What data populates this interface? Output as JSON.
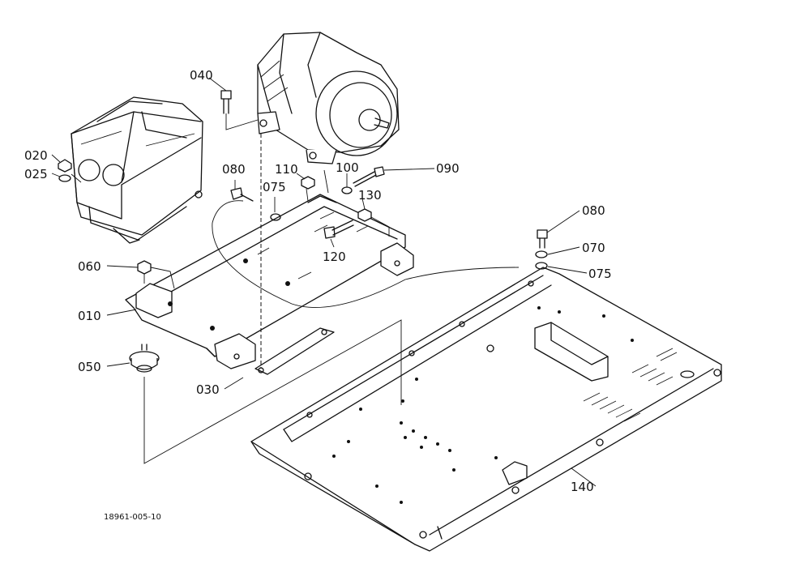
{
  "drawing_code": "18961-005-10",
  "callouts": [
    {
      "id": "c040",
      "label": "040"
    },
    {
      "id": "c020",
      "label": "020"
    },
    {
      "id": "c025",
      "label": "025"
    },
    {
      "id": "c080a",
      "label": "080"
    },
    {
      "id": "c075a",
      "label": "075"
    },
    {
      "id": "c110",
      "label": "110"
    },
    {
      "id": "c100",
      "label": "100"
    },
    {
      "id": "c090",
      "label": "090"
    },
    {
      "id": "c130",
      "label": "130"
    },
    {
      "id": "c120",
      "label": "120"
    },
    {
      "id": "c080b",
      "label": "080"
    },
    {
      "id": "c070",
      "label": "070"
    },
    {
      "id": "c075b",
      "label": "075"
    },
    {
      "id": "c060",
      "label": "060"
    },
    {
      "id": "c010",
      "label": "010"
    },
    {
      "id": "c050",
      "label": "050"
    },
    {
      "id": "c030",
      "label": "030"
    },
    {
      "id": "c140",
      "label": "140"
    }
  ]
}
